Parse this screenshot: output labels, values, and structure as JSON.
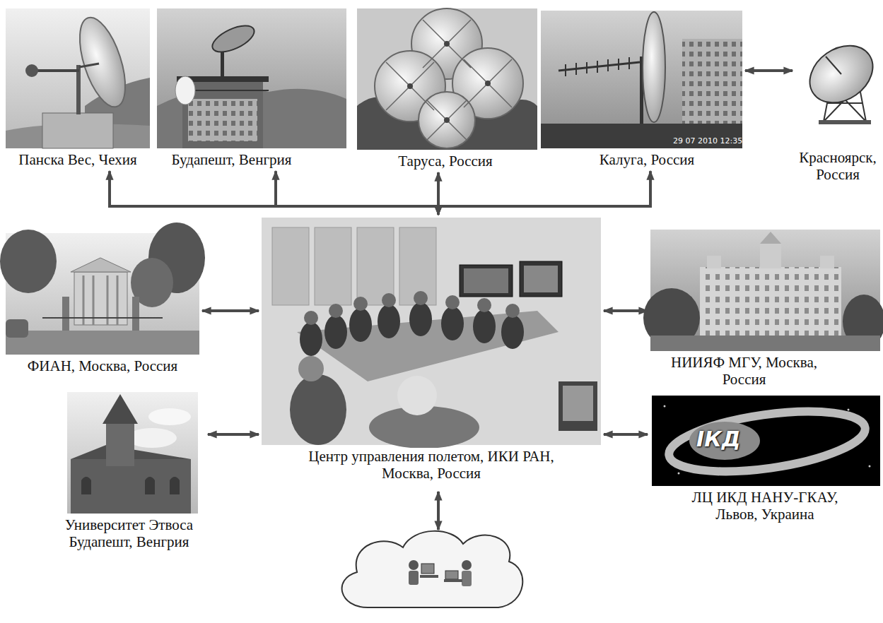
{
  "diagram": {
    "nodes": [
      {
        "text": [
          "Панска Вес, Чехия"
        ]
      },
      {
        "text": [
          "Будапешт, Венгрия"
        ]
      },
      {
        "text": [
          "Таруса, Россия"
        ]
      },
      {
        "text": [
          "Калуга, Россия"
        ]
      },
      {
        "text": [
          "Красноярск, Россия"
        ]
      },
      {
        "text": [
          "ФИАН, Москва, Россия"
        ]
      },
      {
        "text": [
          "Центр управления полетом, ИКИ РАН, Москва, Россия"
        ]
      },
      {
        "text": [
          "НИИЯФ МГУ, Москва, Россия"
        ]
      },
      {
        "text": [
          "Университет Этвоса Будапешт, Венгрия"
        ]
      },
      {
        "text": [
          "ІКД",
          "ЛЦ ИКД НАНУ-ГКАУ, Львов, Украина"
        ]
      }
    ],
    "edges": [
      {
        "from": 6,
        "to": 0,
        "arrow": "both"
      },
      {
        "from": 6,
        "to": 1,
        "arrow": "both"
      },
      {
        "from": 6,
        "to": 2,
        "arrow": "both"
      },
      {
        "from": 6,
        "to": 3,
        "arrow": "both"
      },
      {
        "from": 3,
        "to": 4,
        "arrow": "both"
      },
      {
        "from": 5,
        "to": 6,
        "arrow": "both"
      },
      {
        "from": 6,
        "to": 7,
        "arrow": "both"
      },
      {
        "from": 8,
        "to": 6,
        "arrow": "both"
      },
      {
        "from": 6,
        "to": 9,
        "arrow": "both"
      }
    ],
    "labels": [
      "29 07 2010 12:35"
    ]
  }
}
